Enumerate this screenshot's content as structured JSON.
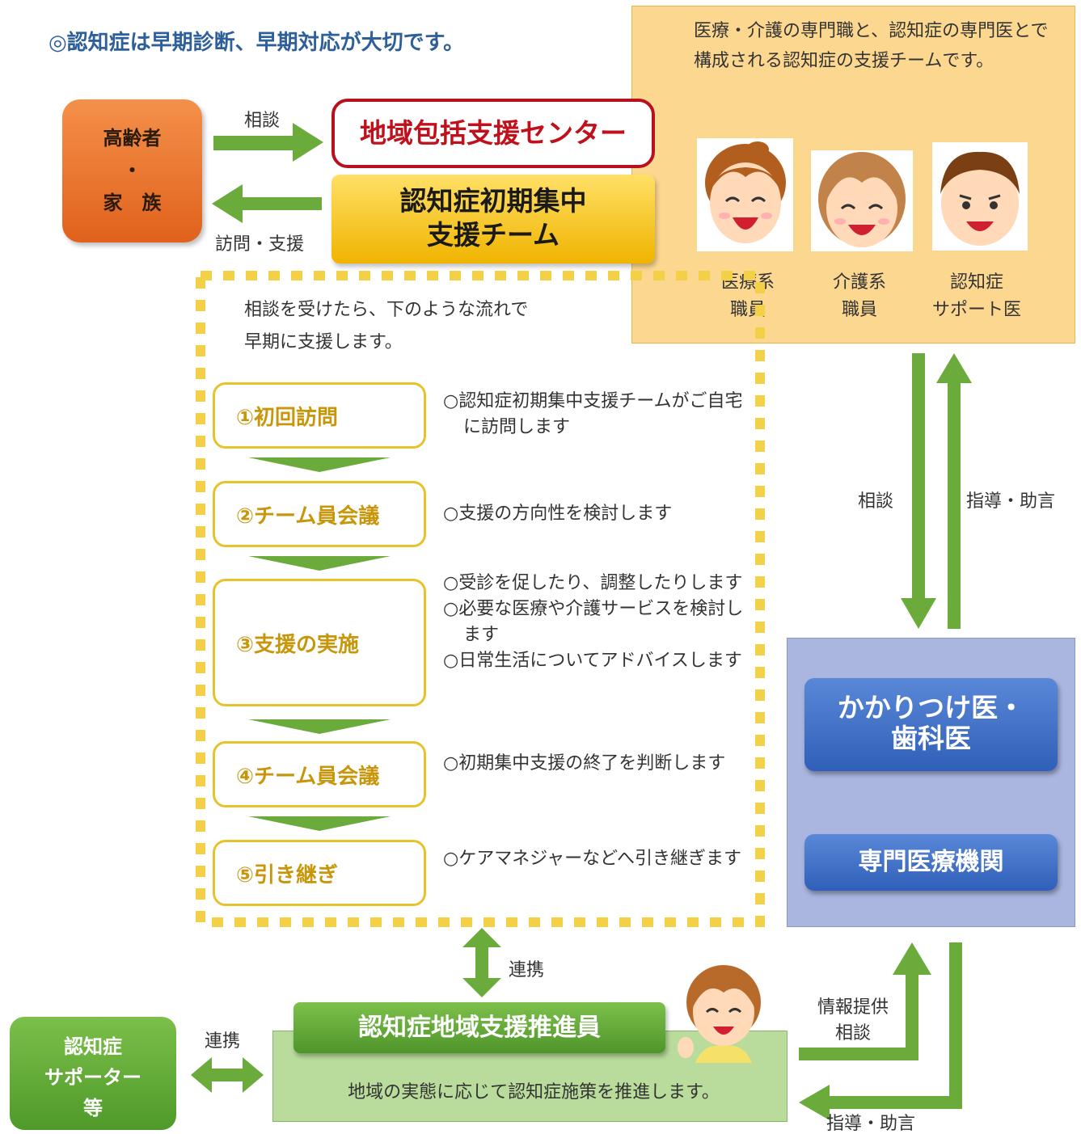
{
  "title": "◎認知症は早期診断、早期対応が大切です。",
  "elderly": {
    "line1": "高齢者",
    "line2": "・",
    "line3": "家　族"
  },
  "center": {
    "label": "地域包括支援センター"
  },
  "initial_team": {
    "line1": "認知症初期集中",
    "line2": "支援チーム"
  },
  "arrows": {
    "consult": "相談",
    "visit_support": "訪問・支援"
  },
  "team_panel": {
    "description": "医療・介護の専門職と、認知症の専門医とで構成される認知症の支援チームです。",
    "staff": [
      {
        "line1": "医療系",
        "line2": "職員",
        "icon": "female-staff-face-icon"
      },
      {
        "line1": "介護系",
        "line2": "職員",
        "icon": "female-caregiver-face-icon"
      },
      {
        "line1": "認知症",
        "line2": "サポート医",
        "icon": "male-doctor-face-icon"
      }
    ]
  },
  "flow": {
    "intro_line1": "相談を受けたら、下のような流れで",
    "intro_line2": "早期に支援します。",
    "steps": [
      {
        "label": "①初回訪問",
        "desc": [
          "○認知症初期集中支援チームがご自宅に訪問します"
        ]
      },
      {
        "label": "②チーム員会議",
        "desc": [
          "○支援の方向性を検討します"
        ]
      },
      {
        "label": "③支援の実施",
        "desc": [
          "○受診を促したり、調整したりします",
          "○必要な医療や介護サービスを検討します",
          "○日常生活についてアドバイスします"
        ]
      },
      {
        "label": "④チーム員会議",
        "desc": [
          "○初期集中支援の終了を判断します"
        ]
      },
      {
        "label": "⑤引き継ぎ",
        "desc": [
          "○ケアマネジャーなどへ引き継ぎます"
        ]
      }
    ]
  },
  "right_arrows": {
    "consult": "相談",
    "guidance": "指導・助言"
  },
  "medical": {
    "primary": "かかりつけ医・\n歯科医",
    "specialist": "専門医療機関"
  },
  "promoter": {
    "title": "認知症地域支援推進員",
    "desc": "地域の実態に応じて認知症施策を推進します。",
    "link_label": "連携",
    "icon": "promoter-woman-icon"
  },
  "supporter": {
    "line1": "認知症",
    "line2": "サポーター",
    "line3": "等",
    "link_label": "連携"
  },
  "bottom_right": {
    "info_line1": "情報提供",
    "info_line2": "相談",
    "guidance": "指導・助言"
  },
  "colors": {
    "arrow_green": "#6aab3c",
    "title_blue": "#2e5f9b",
    "center_red": "#c0101c",
    "step_gold": "#c8960a"
  }
}
